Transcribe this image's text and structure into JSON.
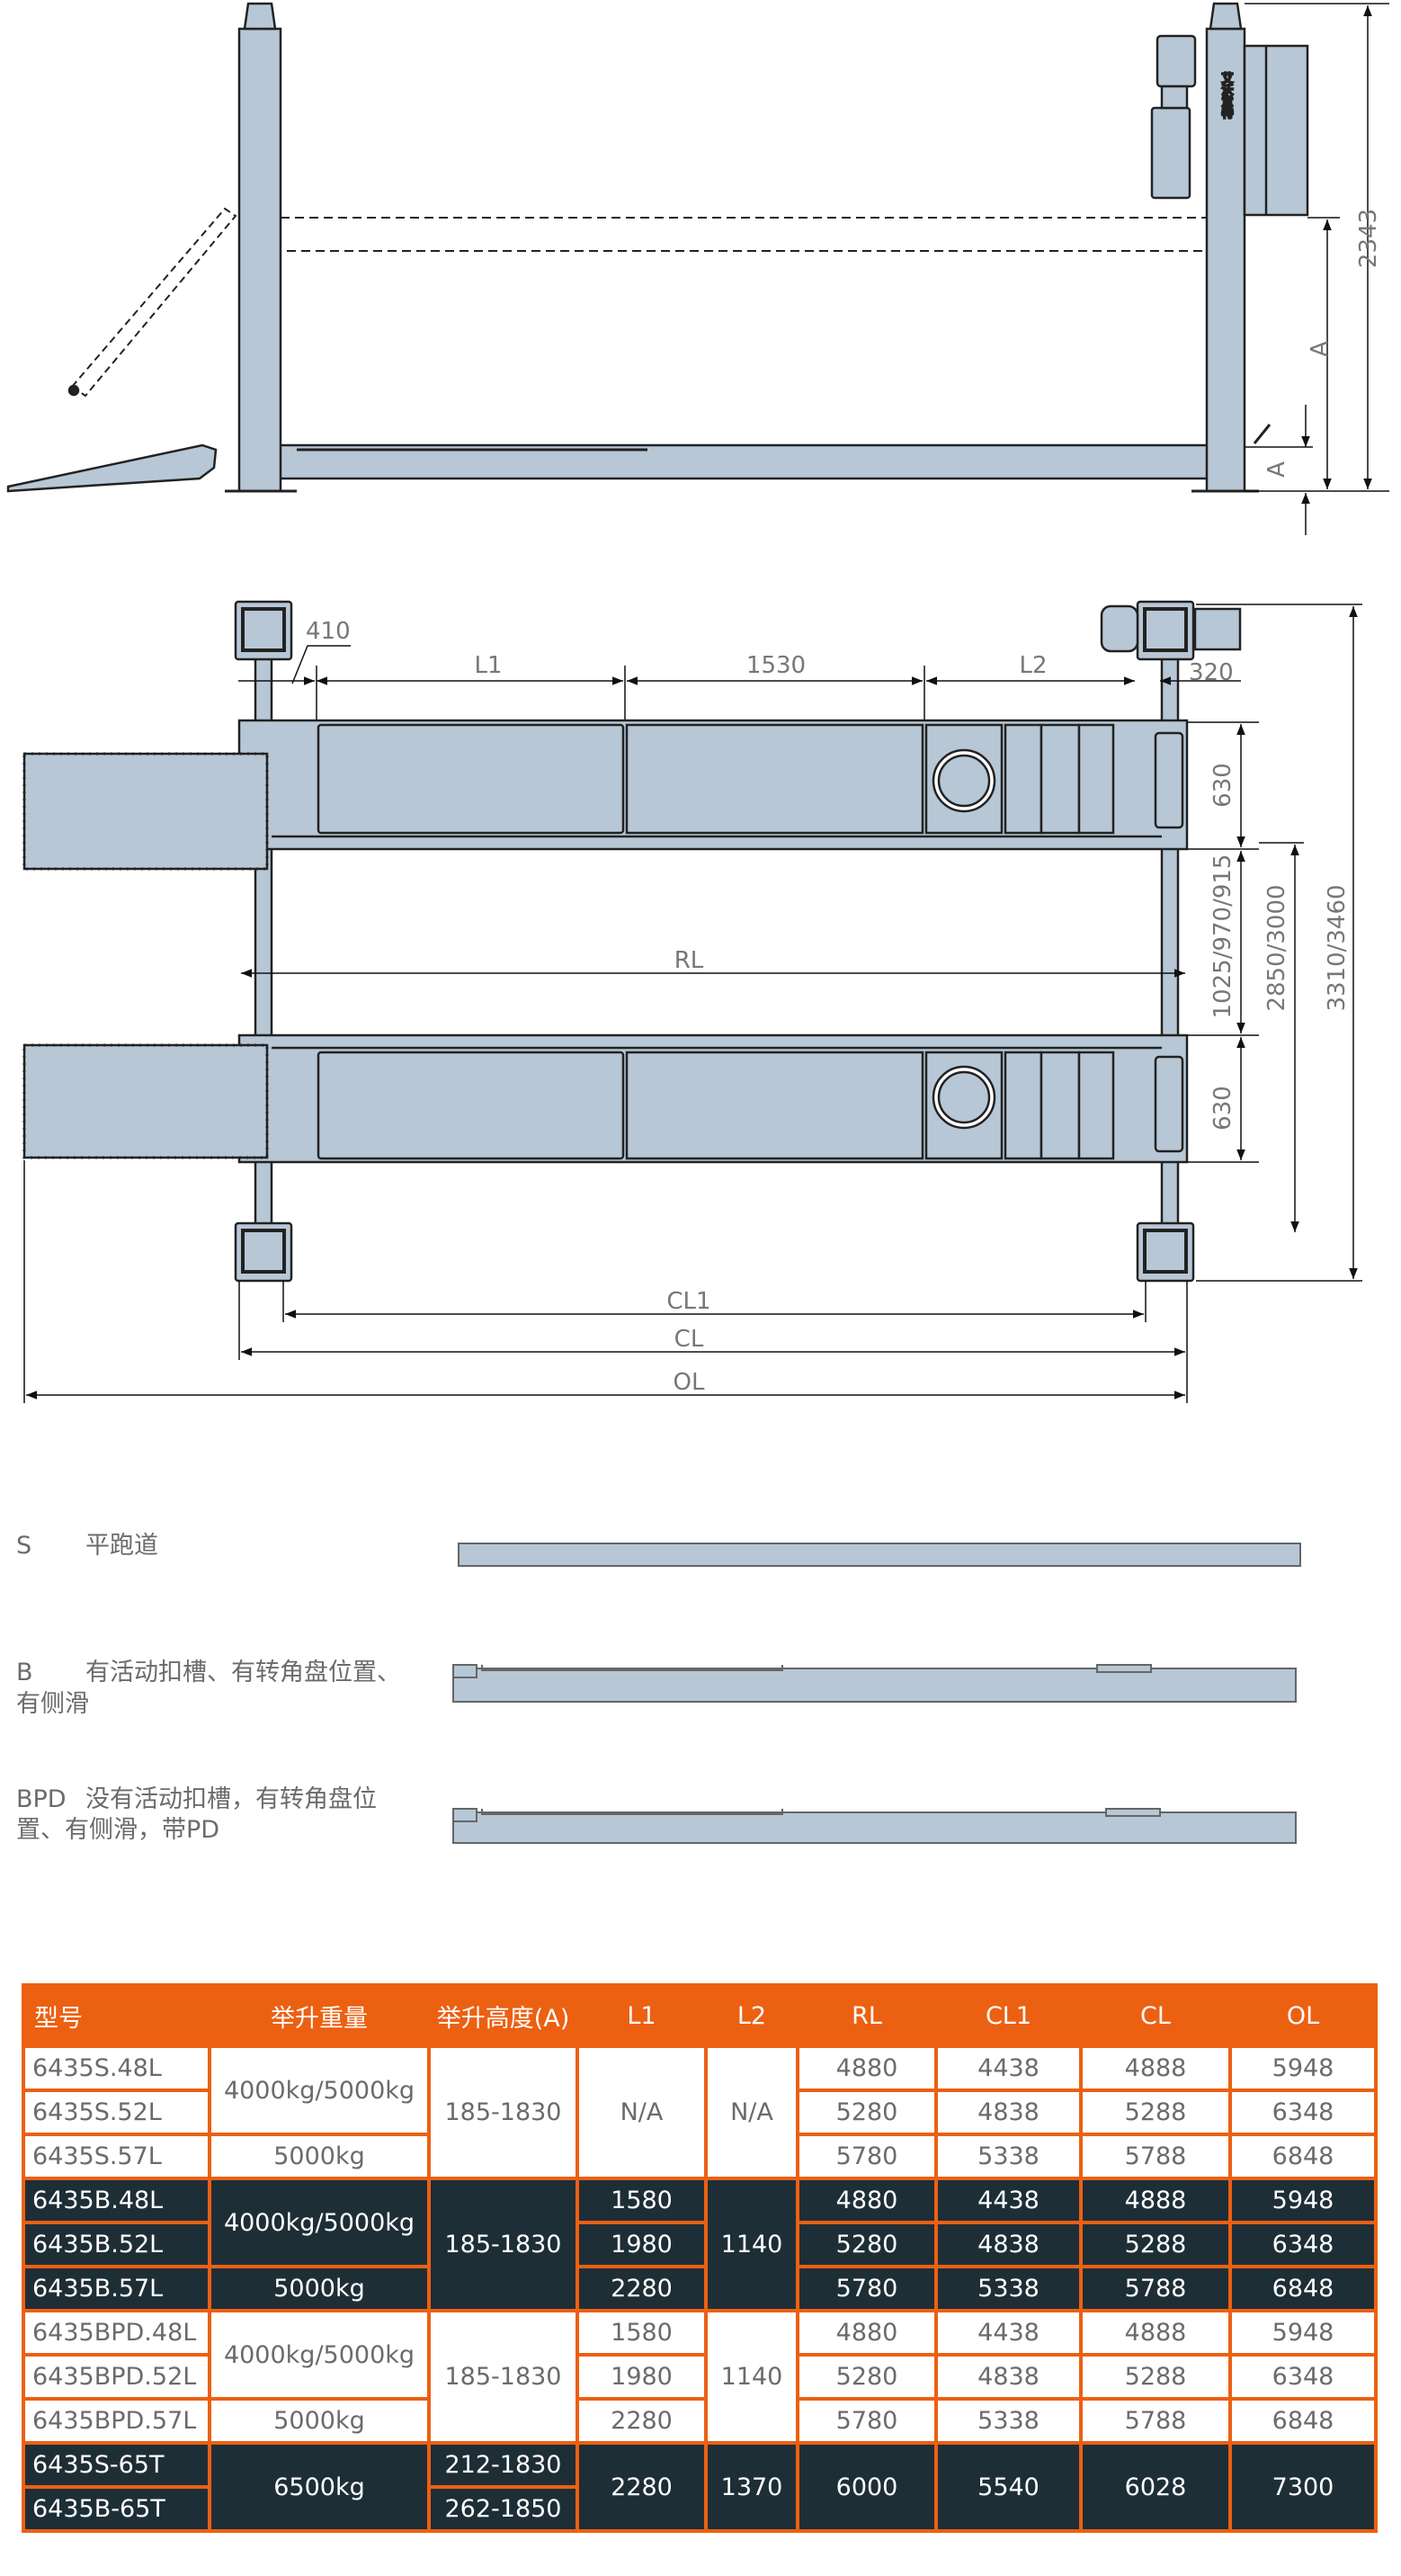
{
  "colors": {
    "accent": "#ec6012",
    "dark_row": "#1e2e37",
    "steel": "#b7c7d6"
  },
  "side_view": {
    "logo_text": "艾沃意特",
    "dim_total": "2343",
    "dim_a": "A",
    "dim_a_small": "A"
  },
  "top_view": {
    "dim_410": "410",
    "dim_l1": "L1",
    "dim_1530": "1530",
    "dim_l2": "L2",
    "dim_320": "320",
    "dim_630_top": "630",
    "dim_gap": "1025/970/915",
    "dim_2850": "2850/3000",
    "dim_3310": "3310/3460",
    "dim_630_bottom": "630",
    "dim_rl": "RL",
    "dim_cl1": "CL1",
    "dim_cl": "CL",
    "dim_ol": "OL"
  },
  "legend": [
    {
      "code": "S",
      "line1": "平跑道",
      "line2": ""
    },
    {
      "code": "B",
      "line1": "有活动扣槽、有转角盘位置、",
      "line2": "有侧滑"
    },
    {
      "code": "BPD",
      "line1": "没有活动扣槽，有转角盘位",
      "line2": "置、有侧滑，带PD"
    }
  ],
  "table": {
    "headers": [
      "型号",
      "举升重量",
      "举升高度(A)",
      "L1",
      "L2",
      "RL",
      "CL1",
      "CL",
      "OL"
    ],
    "rows": [
      {
        "style": "light",
        "cells": [
          {
            "v": "6435S.48L"
          },
          {
            "v": "4000kg/5000kg",
            "rs": 2
          },
          {
            "v": "185-1830",
            "rs": 3
          },
          {
            "v": "N/A",
            "rs": 3
          },
          {
            "v": "N/A",
            "rs": 3
          },
          {
            "v": "4880"
          },
          {
            "v": "4438"
          },
          {
            "v": "4888"
          },
          {
            "v": "5948"
          }
        ]
      },
      {
        "style": "light",
        "cells": [
          {
            "v": "6435S.52L"
          },
          {
            "v": "5280"
          },
          {
            "v": "4838"
          },
          {
            "v": "5288"
          },
          {
            "v": "6348"
          }
        ]
      },
      {
        "style": "light",
        "cells": [
          {
            "v": "6435S.57L"
          },
          {
            "v": "5000kg"
          },
          {
            "v": "5780"
          },
          {
            "v": "5338"
          },
          {
            "v": "5788"
          },
          {
            "v": "6848"
          }
        ]
      },
      {
        "style": "dark",
        "cells": [
          {
            "v": "6435B.48L"
          },
          {
            "v": "4000kg/5000kg",
            "rs": 2
          },
          {
            "v": "185-1830",
            "rs": 3
          },
          {
            "v": "1580"
          },
          {
            "v": "1140",
            "rs": 3
          },
          {
            "v": "4880"
          },
          {
            "v": "4438"
          },
          {
            "v": "4888"
          },
          {
            "v": "5948"
          }
        ]
      },
      {
        "style": "dark",
        "cells": [
          {
            "v": "6435B.52L"
          },
          {
            "v": "1980"
          },
          {
            "v": "5280"
          },
          {
            "v": "4838"
          },
          {
            "v": "5288"
          },
          {
            "v": "6348"
          }
        ]
      },
      {
        "style": "dark",
        "cells": [
          {
            "v": "6435B.57L"
          },
          {
            "v": "5000kg"
          },
          {
            "v": "2280"
          },
          {
            "v": "5780"
          },
          {
            "v": "5338"
          },
          {
            "v": "5788"
          },
          {
            "v": "6848"
          }
        ]
      },
      {
        "style": "light",
        "cells": [
          {
            "v": "6435BPD.48L"
          },
          {
            "v": "4000kg/5000kg",
            "rs": 2
          },
          {
            "v": "185-1830",
            "rs": 3
          },
          {
            "v": "1580"
          },
          {
            "v": "1140",
            "rs": 3
          },
          {
            "v": "4880"
          },
          {
            "v": "4438"
          },
          {
            "v": "4888"
          },
          {
            "v": "5948"
          }
        ]
      },
      {
        "style": "light",
        "cells": [
          {
            "v": "6435BPD.52L"
          },
          {
            "v": "1980"
          },
          {
            "v": "5280"
          },
          {
            "v": "4838"
          },
          {
            "v": "5288"
          },
          {
            "v": "6348"
          }
        ]
      },
      {
        "style": "light",
        "cells": [
          {
            "v": "6435BPD.57L"
          },
          {
            "v": "5000kg"
          },
          {
            "v": "2280"
          },
          {
            "v": "5780"
          },
          {
            "v": "5338"
          },
          {
            "v": "5788"
          },
          {
            "v": "6848"
          }
        ]
      },
      {
        "style": "dark",
        "cells": [
          {
            "v": "6435S-65T"
          },
          {
            "v": "6500kg",
            "rs": 2
          },
          {
            "v": "212-1830"
          },
          {
            "v": "2280",
            "rs": 2
          },
          {
            "v": "1370",
            "rs": 2
          },
          {
            "v": "6000",
            "rs": 2
          },
          {
            "v": "5540",
            "rs": 2
          },
          {
            "v": "6028",
            "rs": 2
          },
          {
            "v": "7300",
            "rs": 2
          }
        ]
      },
      {
        "style": "dark",
        "cells": [
          {
            "v": "6435B-65T"
          },
          {
            "v": "262-1850"
          }
        ]
      }
    ]
  }
}
